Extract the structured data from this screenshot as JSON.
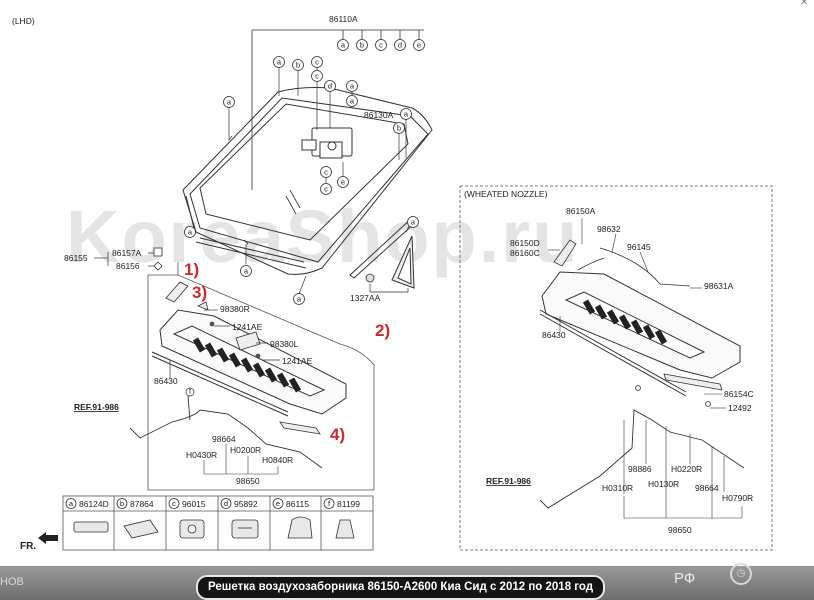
{
  "header": {
    "variant": "(LHD)"
  },
  "watermark": "KoreaShop.ru",
  "main": {
    "windshield": "86110A",
    "moulding": "86130A",
    "seal_left": "86155",
    "bracket_a": "86157A",
    "bracket_b": "86156",
    "part_small": "1327AA",
    "cover_left": "98380R",
    "bolt_a": "1241AE",
    "cover_right": "98380L",
    "bolt_b": "1241AE",
    "cowl_panel": "86430",
    "ref_left": "REF.91-986",
    "hose_a": "98664",
    "hose_b": "H0430R",
    "hose_c": "H0200R",
    "hose_d": "H0840R",
    "hose_assy": "98650"
  },
  "inset": {
    "title": "(WHEATED NOZZLE)",
    "cowl_grille": "86150A",
    "cover_a": "86150D",
    "cover_b": "86160C",
    "nozzle": "98632",
    "hose": "96145",
    "nozzle_b": "98631A",
    "cowl_panel": "86430",
    "clip": "86154C",
    "bolt": "12492",
    "ref": "REF.91-986",
    "p1": "98886",
    "p2": "H0220R",
    "p3": "H0310R",
    "p4": "H0130R",
    "p5": "98664",
    "p6": "H0790R",
    "assy": "98650"
  },
  "markers": {
    "m1": "1)",
    "m2": "2)",
    "m3": "3)",
    "m4": "4)"
  },
  "legend": {
    "letters": [
      "a",
      "b",
      "c",
      "d",
      "e",
      "f"
    ],
    "parts": [
      "86124D",
      "87864",
      "96015",
      "95892",
      "86115",
      "81199"
    ]
  },
  "fr_label": "FR.",
  "bottom_bar": {
    "left_text": "НОВ",
    "right_text": "РФ",
    "caption": "Решетка воздухозаборника 86150-A2600 Киа Сид с 2012 по 2018 год"
  },
  "colors": {
    "line": "#333333",
    "marker": "#cc2a2a",
    "badge": "#141414"
  }
}
